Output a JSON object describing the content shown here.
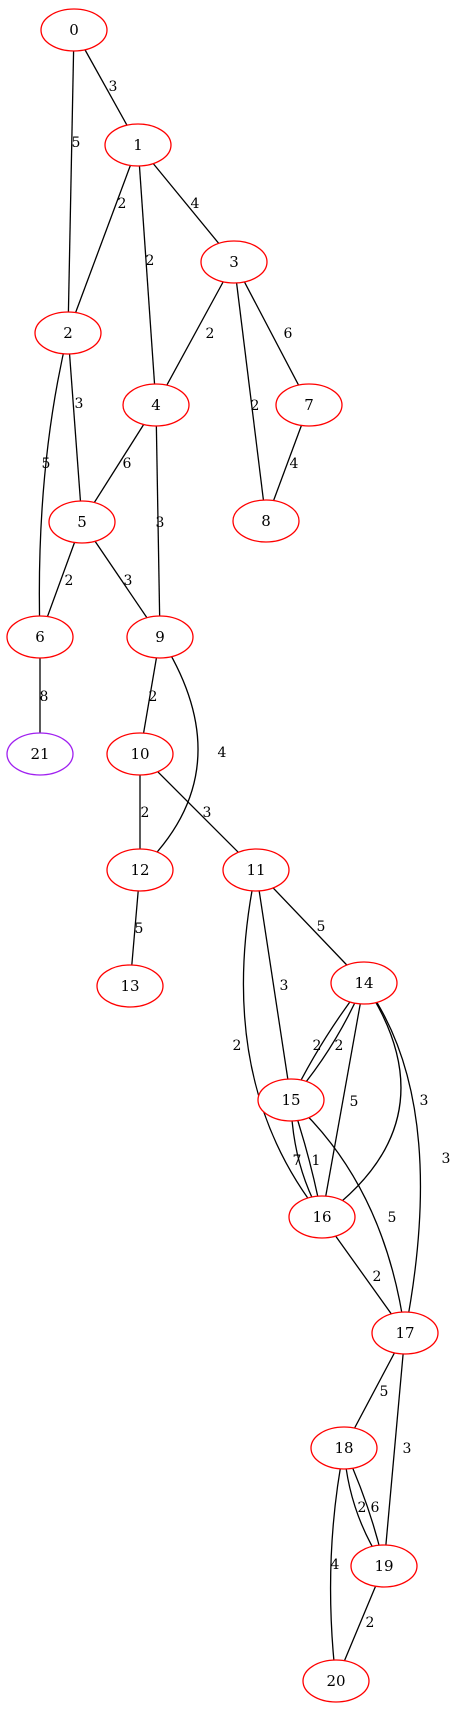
{
  "colors": {
    "node_default": "#ff0000",
    "node_highlight": "#a020f0",
    "edge": "#000000",
    "background": "#ffffff"
  },
  "graph": {
    "nodes": [
      {
        "id": "0"
      },
      {
        "id": "1"
      },
      {
        "id": "2"
      },
      {
        "id": "3"
      },
      {
        "id": "4"
      },
      {
        "id": "5"
      },
      {
        "id": "6"
      },
      {
        "id": "7"
      },
      {
        "id": "8"
      },
      {
        "id": "9"
      },
      {
        "id": "10"
      },
      {
        "id": "11"
      },
      {
        "id": "12"
      },
      {
        "id": "13"
      },
      {
        "id": "14"
      },
      {
        "id": "15"
      },
      {
        "id": "16"
      },
      {
        "id": "17"
      },
      {
        "id": "18"
      },
      {
        "id": "19"
      },
      {
        "id": "20"
      },
      {
        "id": "21",
        "highlight": true
      }
    ],
    "edges": [
      {
        "from": "0",
        "to": "1",
        "weight": "3"
      },
      {
        "from": "0",
        "to": "2",
        "weight": "5"
      },
      {
        "from": "1",
        "to": "2",
        "weight": "2"
      },
      {
        "from": "1",
        "to": "3",
        "weight": "4"
      },
      {
        "from": "1",
        "to": "4",
        "weight": "2"
      },
      {
        "from": "2",
        "to": "5",
        "weight": "3"
      },
      {
        "from": "2",
        "to": "6",
        "weight": "5"
      },
      {
        "from": "3",
        "to": "4",
        "weight": "2"
      },
      {
        "from": "3",
        "to": "7",
        "weight": "6"
      },
      {
        "from": "3",
        "to": "8",
        "weight": "2"
      },
      {
        "from": "4",
        "to": "5",
        "weight": "6"
      },
      {
        "from": "4",
        "to": "9",
        "weight": "3"
      },
      {
        "from": "7",
        "to": "8",
        "weight": "4"
      },
      {
        "from": "5",
        "to": "6",
        "weight": "2"
      },
      {
        "from": "5",
        "to": "9",
        "weight": "3"
      },
      {
        "from": "6",
        "to": "21",
        "weight": "8"
      },
      {
        "from": "9",
        "to": "10",
        "weight": "2"
      },
      {
        "from": "9",
        "to": "12",
        "weight": "4"
      },
      {
        "from": "10",
        "to": "12",
        "weight": "2"
      },
      {
        "from": "10",
        "to": "11",
        "weight": "3"
      },
      {
        "from": "12",
        "to": "13",
        "weight": "5"
      },
      {
        "from": "11",
        "to": "14",
        "weight": "5"
      },
      {
        "from": "11",
        "to": "15",
        "weight": "3"
      },
      {
        "from": "11",
        "to": "16",
        "weight": "2"
      },
      {
        "from": "14",
        "to": "15",
        "weight": "2"
      },
      {
        "from": "14",
        "to": "15",
        "weight": "2"
      },
      {
        "from": "14",
        "to": "16",
        "weight": "5"
      },
      {
        "from": "14",
        "to": "16",
        "weight": "3"
      },
      {
        "from": "14",
        "to": "17",
        "weight": "3"
      },
      {
        "from": "15",
        "to": "16",
        "weight": "7"
      },
      {
        "from": "15",
        "to": "16",
        "weight": "1"
      },
      {
        "from": "15",
        "to": "17",
        "weight": "5"
      },
      {
        "from": "16",
        "to": "17",
        "weight": "2"
      },
      {
        "from": "17",
        "to": "18",
        "weight": "5"
      },
      {
        "from": "17",
        "to": "19",
        "weight": "3"
      },
      {
        "from": "18",
        "to": "19",
        "weight": "2"
      },
      {
        "from": "18",
        "to": "19",
        "weight": "6"
      },
      {
        "from": "18",
        "to": "20",
        "weight": "4"
      },
      {
        "from": "19",
        "to": "20",
        "weight": "2"
      }
    ]
  }
}
